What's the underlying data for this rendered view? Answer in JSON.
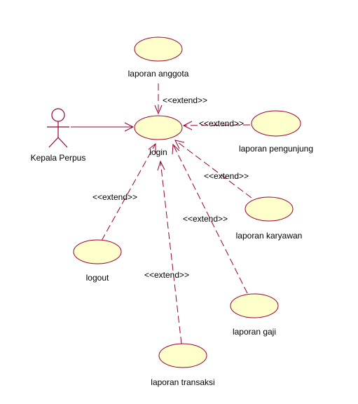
{
  "colors": {
    "line": "#990033",
    "usecase_fill": "#ffffcc",
    "text": "#000000",
    "background": "#ffffff"
  },
  "actor": {
    "name": "Kepala Perpus"
  },
  "use_cases": {
    "login": "login",
    "laporan_anggota": "laporan anggota",
    "laporan_pengunjung": "laporan pengunjung",
    "laporan_karyawan": "laporan karyawan",
    "logout": "logout",
    "laporan_gaji": "laporan gaji",
    "laporan_transaksi": "laporan transaksi"
  },
  "stereotypes": {
    "anggota": "<<extend>>",
    "pengunjung": "<<extend>>",
    "karyawan": "<<extend>>",
    "logout": "<<extend>>",
    "gaji": "<<extend>>",
    "transaksi": "<<extend>>"
  }
}
